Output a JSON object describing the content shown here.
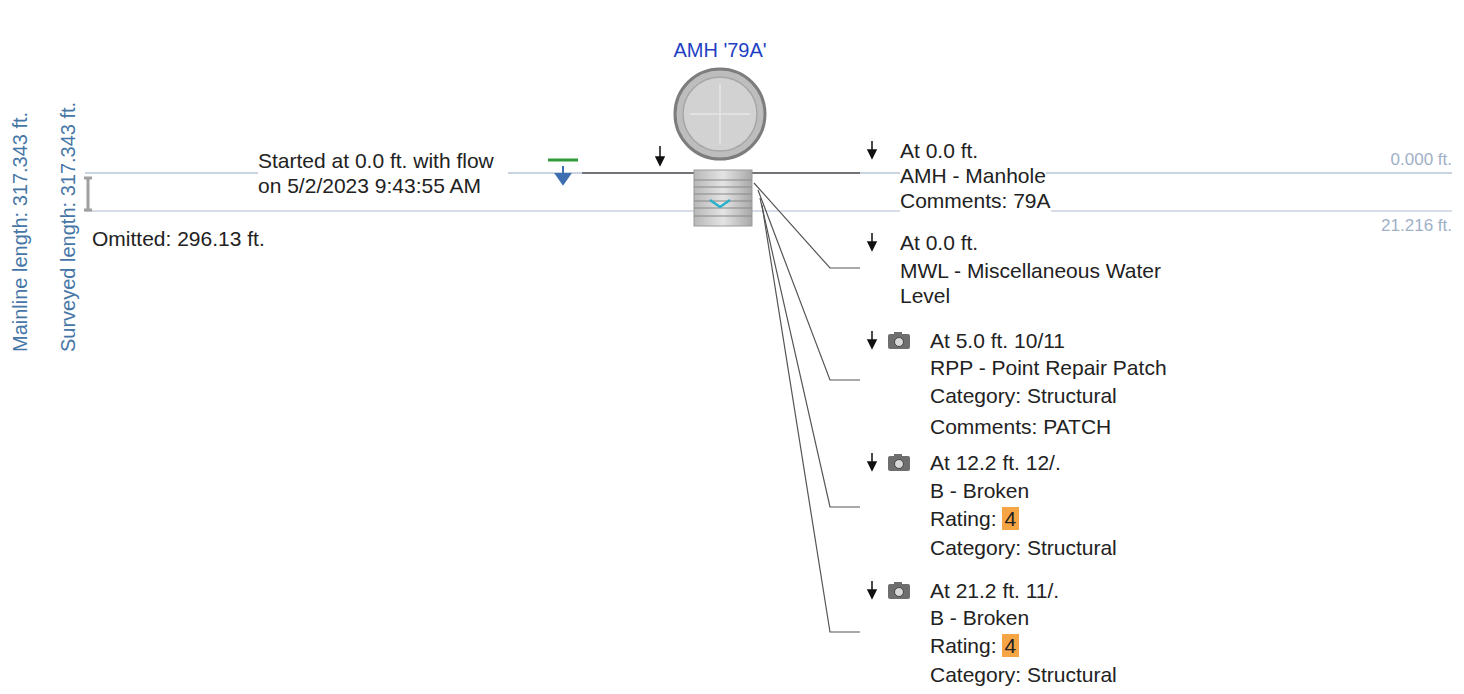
{
  "diagram": {
    "nodes": [
      {
        "text": [
          "AMH '79A'"
        ]
      }
    ],
    "labels": [
      "Mainline length: 317.343 ft.",
      "Surveyed length: 317.343 ft.",
      "Started at 0.0 ft. with flow on 5/2/2023 9:43:55 AM",
      "Omitted: 296.13 ft.",
      "At 0.0 ft.",
      "AMH - Manhole",
      "Comments: 79A",
      "At 0.0 ft.",
      "MWL - Miscellaneous Water Level",
      "At 5.0 ft. 10/11",
      "RPP - Point Repair Patch",
      "Category: Structural",
      "Comments: PATCH",
      "At 12.2 ft. 12/.",
      "B - Broken",
      "Rating:",
      "4",
      "Category: Structural",
      "At 21.2 ft. 11/.",
      "B - Broken",
      "Rating:",
      "4",
      "Category: Structural",
      "0.000 ft.",
      "21.216 ft."
    ]
  }
}
